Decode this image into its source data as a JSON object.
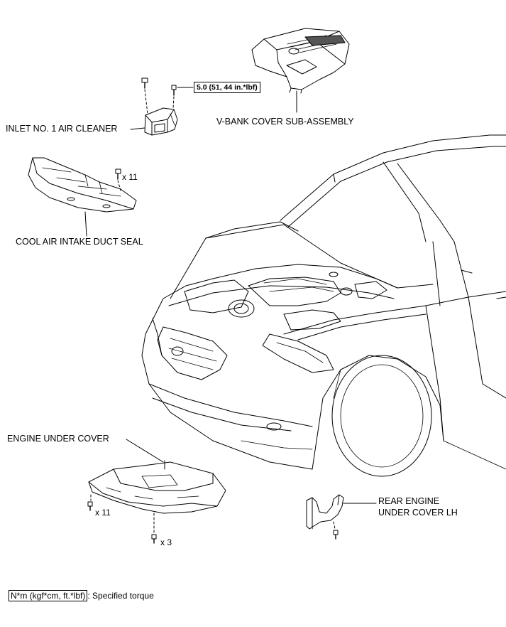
{
  "labels": {
    "v_bank_cover": "V-BANK COVER SUB-ASSEMBLY",
    "inlet_air_cleaner": "INLET NO. 1 AIR CLEANER",
    "cool_air_seal": "COOL AIR INTAKE DUCT SEAL",
    "engine_under_cover": "ENGINE UNDER COVER",
    "rear_under_cover_line1": "REAR ENGINE",
    "rear_under_cover_line2": "UNDER COVER LH"
  },
  "torque": {
    "value": "5.0 (51, 44 in.*lbf)"
  },
  "quantities": {
    "seal_clips": "x 11",
    "under_cover_clips": "x 11",
    "under_cover_bolts": "x 3"
  },
  "legend": {
    "unit": "N*m (kgf*cm, ft.*lbf)",
    "description": ": Specified torque"
  }
}
